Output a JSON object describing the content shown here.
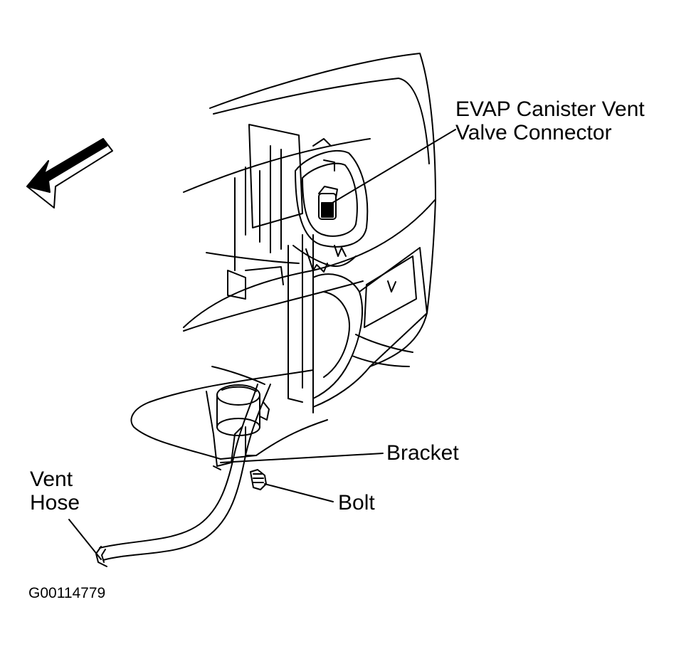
{
  "labels": {
    "evap_line1": "EVAP Canister Vent",
    "evap_line2": "Valve Connector",
    "bracket": "Bracket",
    "bolt": "Bolt",
    "vent_line1": "Vent",
    "vent_line2": "Hose"
  },
  "figure_id": "G00114779",
  "colors": {
    "ink": "#000000",
    "paper": "#ffffff"
  },
  "icons": {
    "direction_arrow": "arrow-forward-icon"
  }
}
